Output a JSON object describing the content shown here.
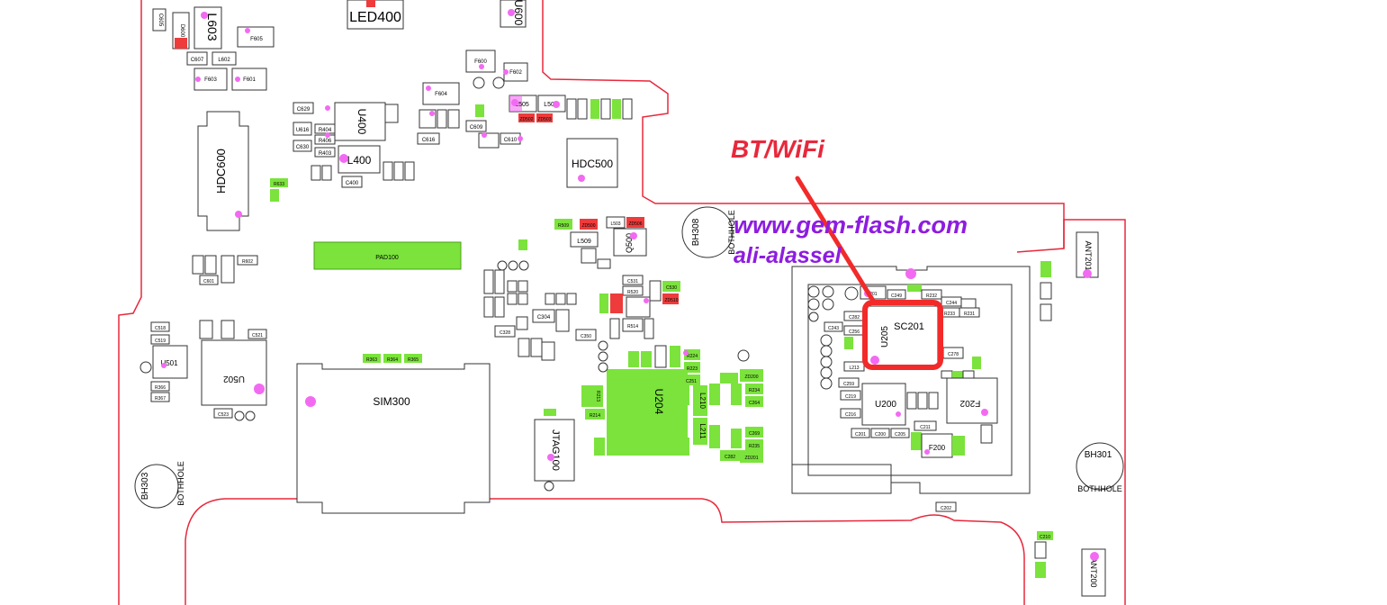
{
  "colors": {
    "outline": "#e8283c",
    "highlight": "#f22a2a",
    "green": "#7be33c",
    "red": "#ee3b3b",
    "pink": "#f26af2",
    "title": "#e8283c",
    "watermark": "#8d1ce0"
  },
  "labels": {
    "bt_title": "BT/WiFi",
    "site": "www.gem-flash.com",
    "author": "ali-alassel"
  },
  "components": {
    "LED400": "LED400",
    "L603": "L603",
    "D600": "D600",
    "C605": "C605",
    "F605": "F605",
    "C607": "C607",
    "L602": "L602",
    "F603": "F603",
    "F601": "F601",
    "F600": "F600",
    "F602": "F602",
    "F604": "F604",
    "U600": "U600",
    "HDC600": "HDC600",
    "C629": "C629",
    "R404": "R404",
    "R406": "R406",
    "R403": "R403",
    "U616": "U616",
    "C630": "C630",
    "U400": "U400",
    "L400": "L400",
    "C400": "C400",
    "C616": "C616",
    "C609": "C609",
    "C610": "C610",
    "L505": "L505",
    "L507": "L507",
    "ZD502": "ZD502",
    "ZD503": "ZD503",
    "HDC500": "HDC500",
    "R633": "R633",
    "PAD100": "PAD100",
    "R509": "R509",
    "ZD500": "ZD500",
    "L503": "L503",
    "ZD506": "ZD506",
    "L509": "L509",
    "Q500": "Q500",
    "BH308": "BH308",
    "BOTHHOLE": "BOTHHOLE",
    "ANT201": "ANT201",
    "R602": "R602",
    "C601": "C601",
    "C518": "C518",
    "C519": "C519",
    "C521": "C521",
    "U501": "U501",
    "R366": "R366",
    "R367": "R367",
    "U502": "U502",
    "C523": "C523",
    "R363": "R363",
    "R364": "R364",
    "R365": "R365",
    "SIM300": "SIM300",
    "C304": "C304",
    "C328": "C328",
    "C350": "C350",
    "C531": "C531",
    "R520": "R520",
    "C530": "C530",
    "ZD510": "ZD510",
    "R514": "R514",
    "R224": "R224",
    "R223": "R223",
    "C251": "C251",
    "U204": "U204",
    "L210": "L210",
    "L211": "L211",
    "ZD200": "ZD200",
    "R234": "R234",
    "C264": "C264",
    "C269": "C269",
    "R235": "R235",
    "C282": "C282",
    "ZD201": "ZD201",
    "R213": "R213",
    "R214": "R214",
    "JTAG100": "JTAG100",
    "BH303": "BH303",
    "L201": "L201",
    "C249": "C249",
    "R232": "R232",
    "C244": "C244",
    "R233": "R233",
    "R231": "R231",
    "C282b": "C282",
    "C243": "C243",
    "C256": "C256",
    "U205": "U205",
    "SC201": "SC201",
    "L213": "L213",
    "C278": "C278",
    "C259": "C259",
    "C219": "C219",
    "C216": "C216",
    "U200": "U200",
    "F202": "F202",
    "C211": "C211",
    "C201": "C201",
    "C200": "C200",
    "C205": "C205",
    "F200": "F200",
    "C202": "C202",
    "BH301": "BH301",
    "C210": "C210",
    "ANT200": "ANT200"
  }
}
